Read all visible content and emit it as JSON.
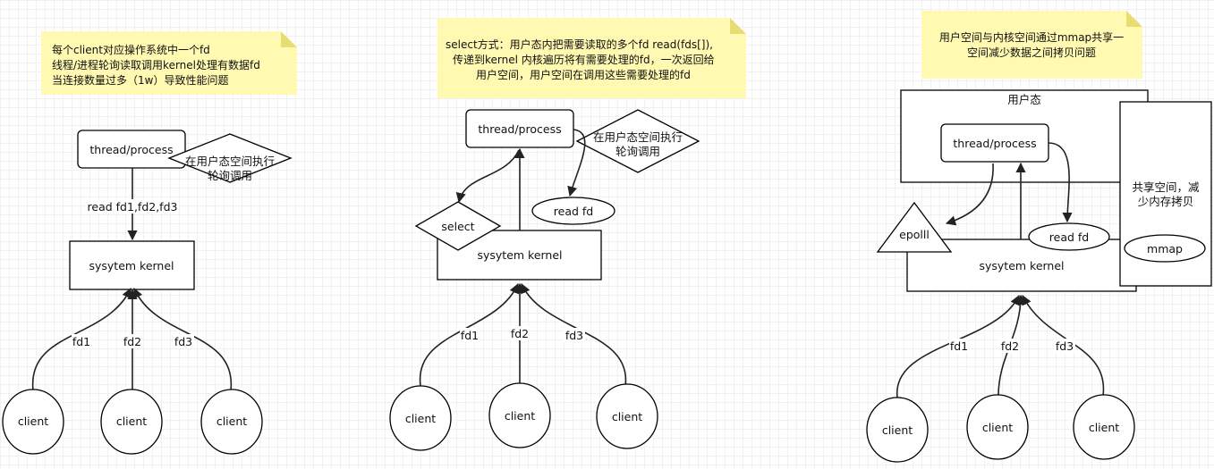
{
  "diagram": {
    "panel1": {
      "note": [
        "每个client对应操作系统中一个fd",
        "线程/进程轮询读取调用kernel处理有数据fd",
        "当连接数量过多（1w）导致性能问题"
      ],
      "thread": "thread/process",
      "diamond": [
        "在用户态空间执行",
        "轮询调用"
      ],
      "read_label": "read fd1,fd2,fd3",
      "kernel": "sysytem kernel",
      "edges": [
        "fd1",
        "fd2",
        "fd3"
      ],
      "clients": [
        "client",
        "client",
        "client"
      ]
    },
    "panel2": {
      "note": [
        "select方式：用户态内把需要读取的多个fd read(fds[]),",
        "传递到kernel 内核遍历将有需要处理的fd，一次返回给",
        "用户空间，用户空间在调用这些需要处理的fd"
      ],
      "thread": "thread/process",
      "diamond": [
        "在用户态空间执行",
        "轮询调用"
      ],
      "read_fd": "read fd",
      "select": "select",
      "kernel": "sysytem kernel",
      "edges": [
        "fd1",
        "fd2",
        "fd3"
      ],
      "clients": [
        "client",
        "client",
        "client"
      ]
    },
    "panel3": {
      "note": [
        "用户空间与内核空间通过mmap共享一",
        "空间减少数据之间拷贝问题"
      ],
      "user_space": "用户态",
      "thread": "thread/process",
      "shared": [
        "共享空间，减",
        "少内存拷贝"
      ],
      "mmap": "mmap",
      "epoll": "epolll",
      "read_fd": "read fd",
      "kernel": "sysytem kernel",
      "edges": [
        "fd1",
        "fd2",
        "fd3"
      ],
      "clients": [
        "client",
        "client",
        "client"
      ]
    }
  }
}
